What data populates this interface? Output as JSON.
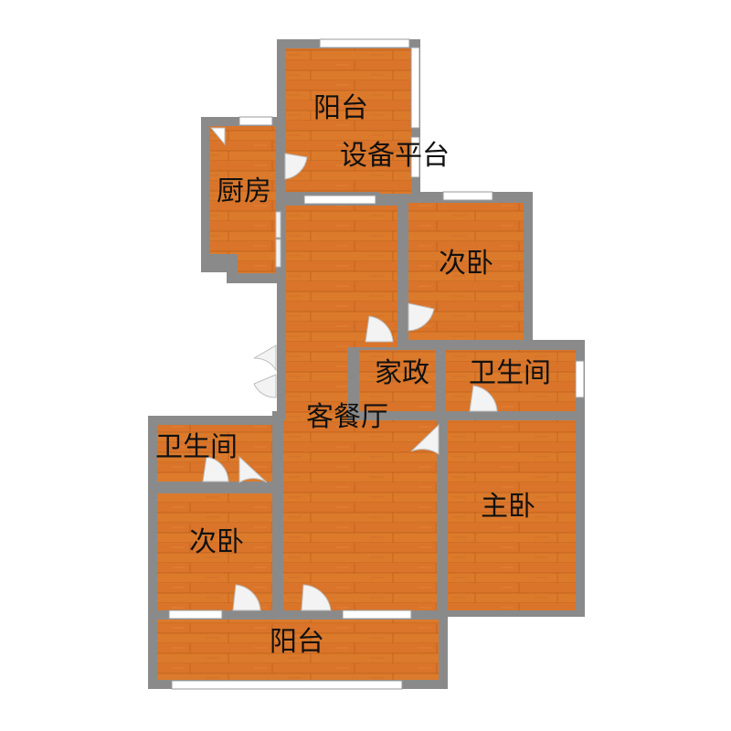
{
  "colors": {
    "wall": "#8a8a8a",
    "floor": "#dc7a2c",
    "floor_line": "#b95e18",
    "window": "#ffffff",
    "door_leaf": "#f3f3f3",
    "background": "#ffffff"
  },
  "rooms": {
    "balcony_top": {
      "label": "阳台"
    },
    "equipment_platform": {
      "label": "设备平台"
    },
    "kitchen": {
      "label": "厨房"
    },
    "bedroom_upper_right": {
      "label": "次卧"
    },
    "housekeeping": {
      "label": "家政"
    },
    "bathroom_right": {
      "label": "卫生间"
    },
    "living_dining": {
      "label": "客餐厅"
    },
    "bathroom_left": {
      "label": "卫生间"
    },
    "bedroom_lower_left": {
      "label": "次卧"
    },
    "master_bedroom": {
      "label": "主卧"
    },
    "balcony_bottom": {
      "label": "阳台"
    }
  }
}
